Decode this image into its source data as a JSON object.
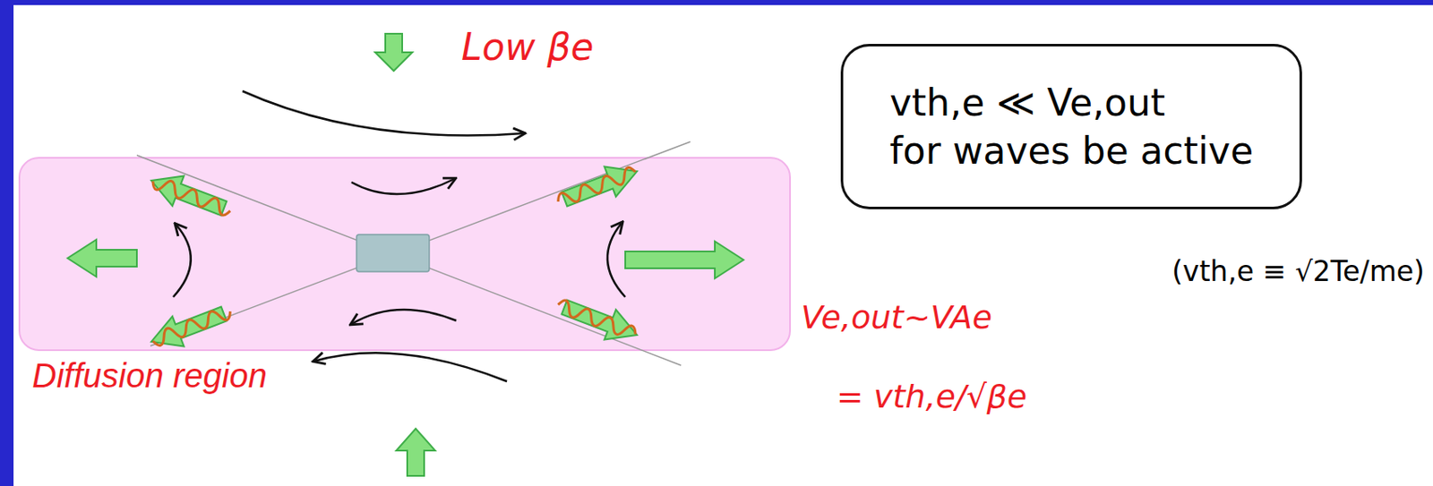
{
  "diagram": {
    "nodes": [
      {
        "text": [
          "Diffusion region"
        ]
      },
      {
        "text": [
          "vth,e ≪ Ve,out for waves be active"
        ]
      }
    ],
    "labels": [
      "Low βe",
      "(vth,e ≡ √2Te/me)",
      "Ve,out~VAe",
      "= vth,e/√βe"
    ]
  }
}
